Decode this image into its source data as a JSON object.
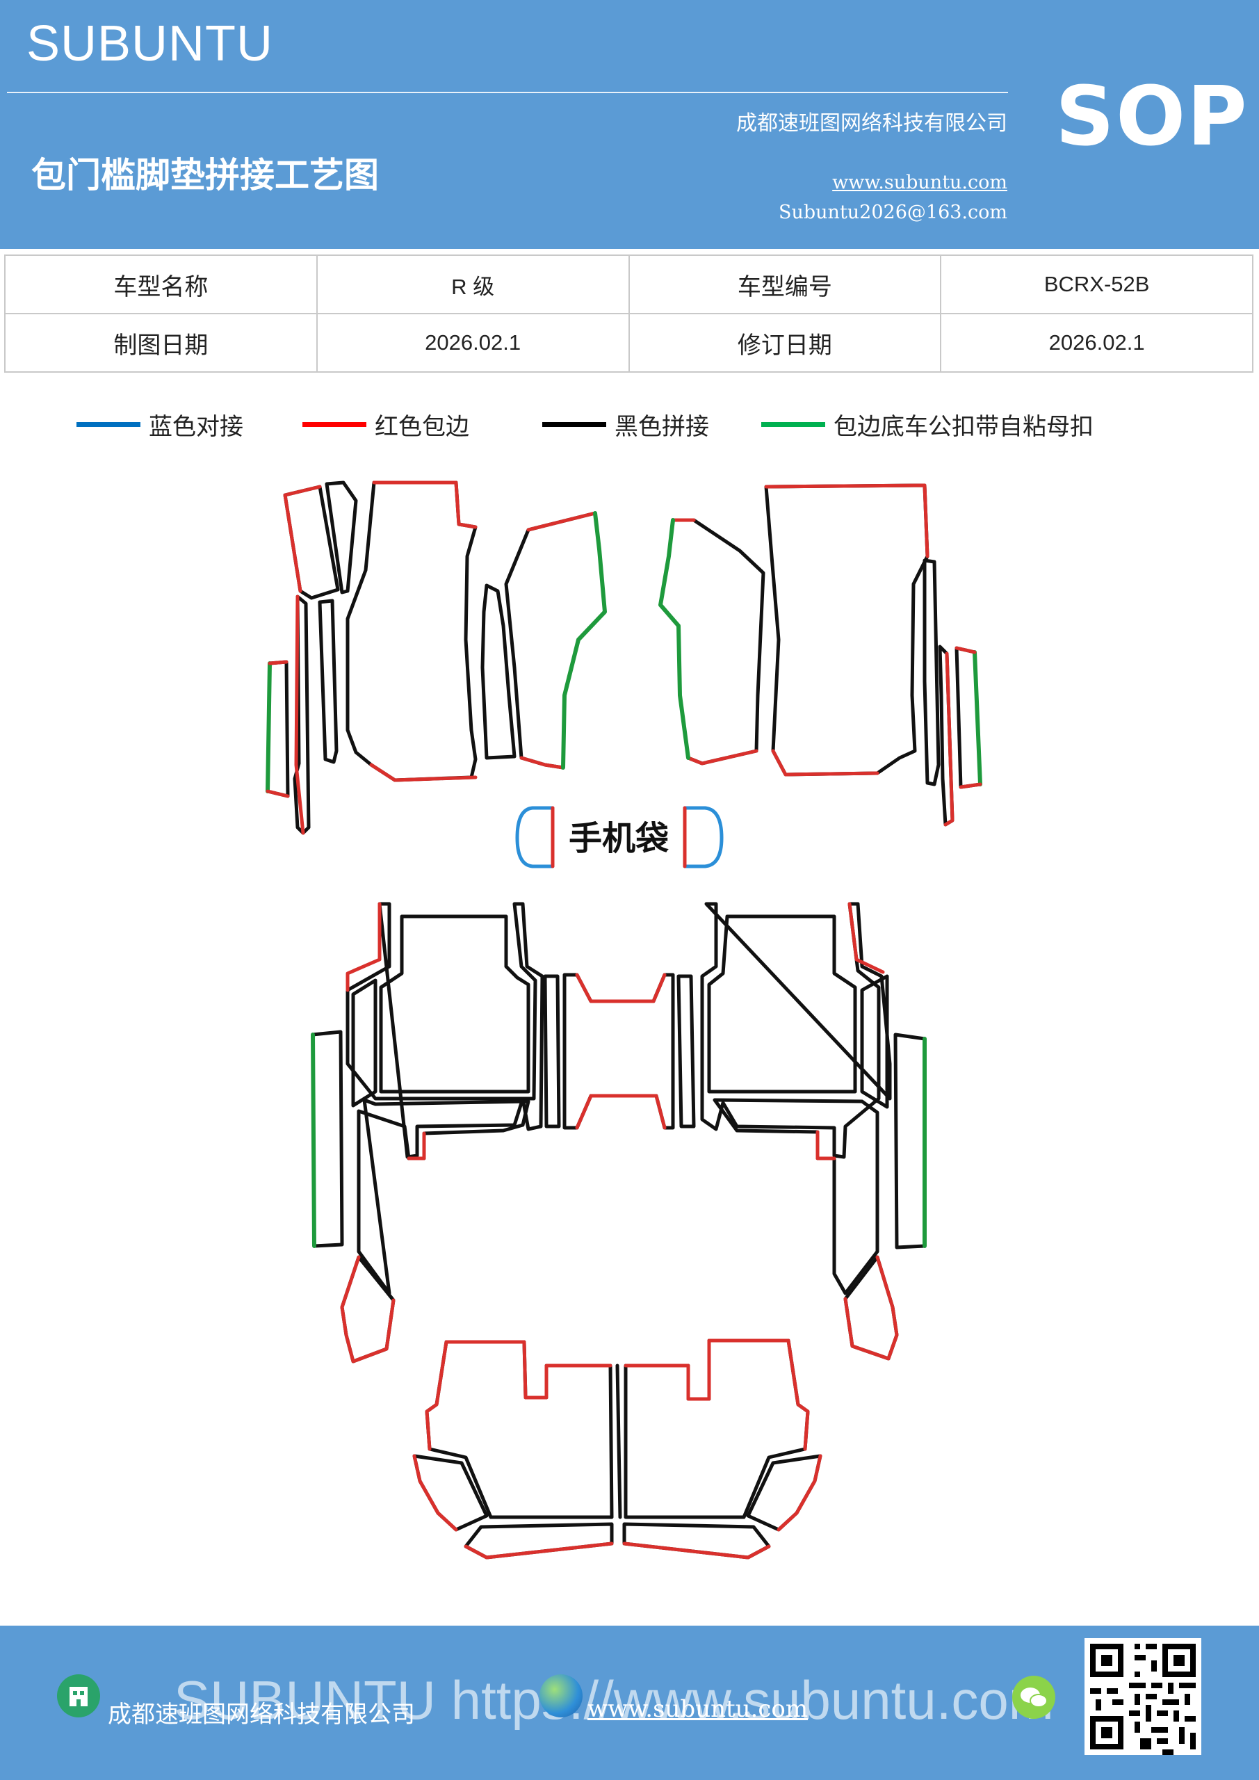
{
  "header": {
    "brand": "SUBUNTU",
    "company": "成都速班图网络科技有限公司",
    "title": "包门槛脚垫拼接工艺图",
    "website": "www.subuntu.com",
    "email": "Subuntu2026@163.com",
    "sop": "SOP",
    "bg_color": "#5b9bd5"
  },
  "info": {
    "model_name_label": "车型名称",
    "model_name": "R 级",
    "model_code_label": "车型编号",
    "model_code": "BCRX-52B",
    "draw_date_label": "制图日期",
    "draw_date": "2026.02.1",
    "revise_date_label": "修订日期",
    "revise_date": "2026.02.1"
  },
  "legend": [
    {
      "label": "蓝色对接",
      "color": "#0070c0"
    },
    {
      "label": "红色包边",
      "color": "#ff0000"
    },
    {
      "label": "黑色拼接",
      "color": "#000000"
    },
    {
      "label": "包边底车公扣带自粘母扣",
      "color": "#00b050"
    }
  ],
  "diagram": {
    "pocket_label": "手机袋",
    "colors": {
      "red": "#d9302c",
      "black": "#111111",
      "green": "#1e9a3c",
      "blue": "#2b8fd8"
    }
  },
  "footer": {
    "company": "成都速班图网络科技有限公司",
    "website": "www.subuntu.com",
    "watermark": "SUBUNTU https://www.subuntu.com",
    "icons": [
      "building-icon",
      "globe-icon",
      "wechat-icon"
    ]
  }
}
